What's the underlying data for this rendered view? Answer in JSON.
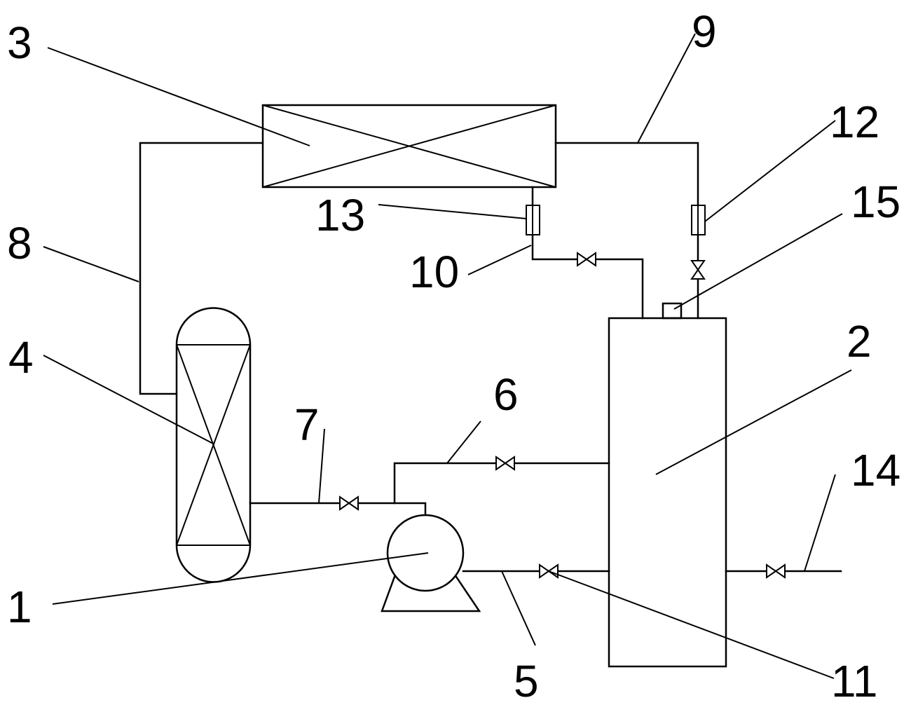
{
  "diagram": {
    "labels": {
      "l1": "1",
      "l2": "2",
      "l3": "3",
      "l4": "4",
      "l5": "5",
      "l6": "6",
      "l7": "7",
      "l8": "8",
      "l9": "9",
      "l10": "10",
      "l11": "11",
      "l12": "12",
      "l13": "13",
      "l14": "14",
      "l15": "15"
    },
    "colors": {
      "line": "#000000",
      "background": "#ffffff"
    }
  }
}
